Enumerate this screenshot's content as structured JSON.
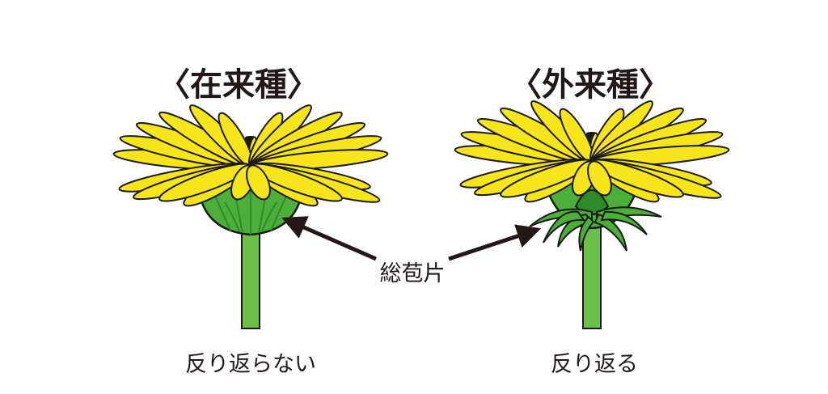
{
  "left": {
    "title": "〈在来種〉",
    "caption": "反り返らない"
  },
  "right": {
    "title": "〈外来種〉",
    "caption": "反り返る"
  },
  "pointer_label": "総苞片",
  "colors": {
    "petal": "#f7e51c",
    "petal_shade": "#e2c800",
    "bract": "#4caf3a",
    "bract_dark": "#2e8b2a",
    "stem": "#6cc04a",
    "outline": "#1a1a1a"
  }
}
